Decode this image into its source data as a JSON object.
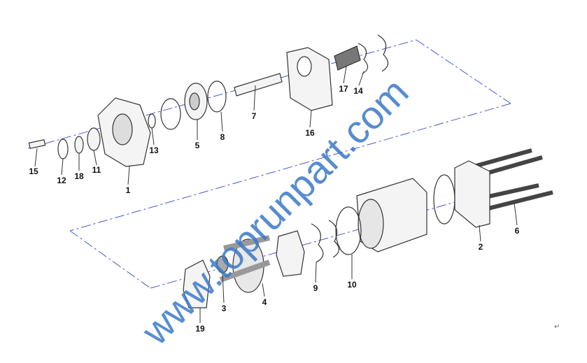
{
  "watermark": "www.toprunpart.com",
  "return_mark": "↵",
  "labels": [
    "15",
    "12",
    "18",
    "11",
    "1",
    "13",
    "5",
    "8",
    "7",
    "16",
    "17",
    "14",
    "6",
    "2",
    "10",
    "9",
    "4",
    "3",
    "19"
  ],
  "colors": {
    "watermark": "#3a78c8",
    "guide_line": "#4a5ad0",
    "part_stroke": "#333333"
  }
}
